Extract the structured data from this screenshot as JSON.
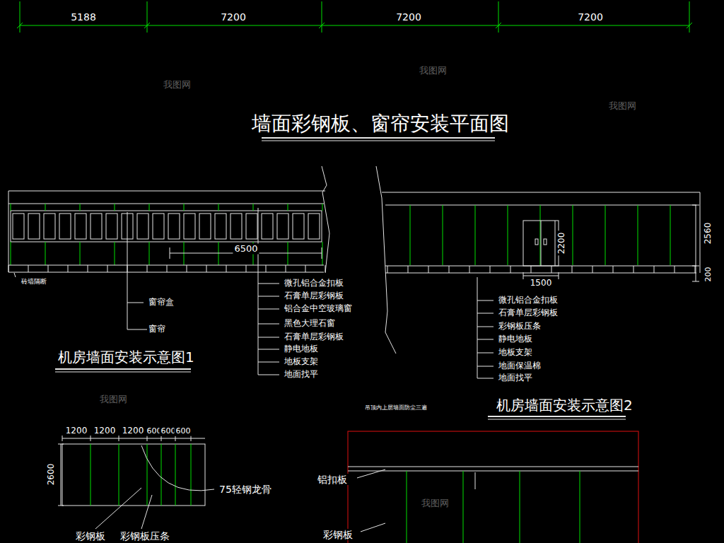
{
  "diagram": {
    "title": "墙面彩钢板、窗帘安装平面图",
    "labels": [
      "5188",
      "7200",
      "7200",
      "7200",
      "6500",
      "砖墙隔断",
      "窗帘盒",
      "窗帘",
      "微孔铝合金扣板",
      "石膏单层彩钢板",
      "铝合金中空玻璃窗",
      "黑色大理石窗",
      "石膏单层彩钢板",
      "静电地板",
      "地板支架",
      "地面找平",
      "机房墙面安装示意图1",
      "2200",
      "1500",
      "2560",
      "200",
      "微孔铝合金扣板",
      "石膏单层彩钢板",
      "彩钢板压条",
      "静电地板",
      "地板支架",
      "地面保温棉",
      "地面找平",
      "吊顶内上层墙面防尘三遍",
      "机房墙面安装示意图2",
      "1200",
      "1200",
      "1200",
      "600",
      "600",
      "600",
      "2600",
      "75轻钢龙骨",
      "彩钢板",
      "彩钢板压条",
      "铝扣板",
      "彩钢板",
      "我图网",
      "我图网",
      "我图网",
      "我图网",
      "我图网"
    ]
  }
}
